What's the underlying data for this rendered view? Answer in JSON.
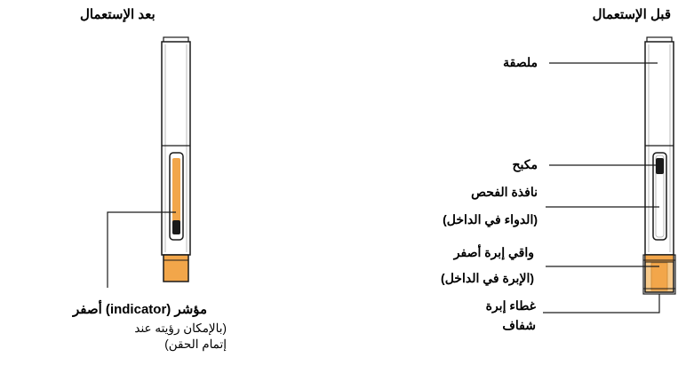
{
  "before": {
    "title": "قبل الإستعمال",
    "labels": {
      "label": "ملصقة",
      "plunger": "مكبح",
      "window_title": "نافذة الفحص",
      "window_sub": "(الدواء في الداخل)",
      "guard_title": "واقي إبرة أصفر",
      "guard_sub": "(الإبرة في الداخل)",
      "cap_line1": "غطاء إبرة",
      "cap_line2": "شفاف"
    }
  },
  "after": {
    "title": "بعد الإستعمال",
    "indicator_label": "مؤشر (indicator) أصفر",
    "indicator_note": "(بالإمكان رؤيته عند إتمام الحقن)"
  },
  "colors": {
    "yellow": "#f2a64a",
    "yellow_light": "#f7c98a",
    "outline": "#1a1a1a",
    "pen_body": "#ffffff"
  }
}
